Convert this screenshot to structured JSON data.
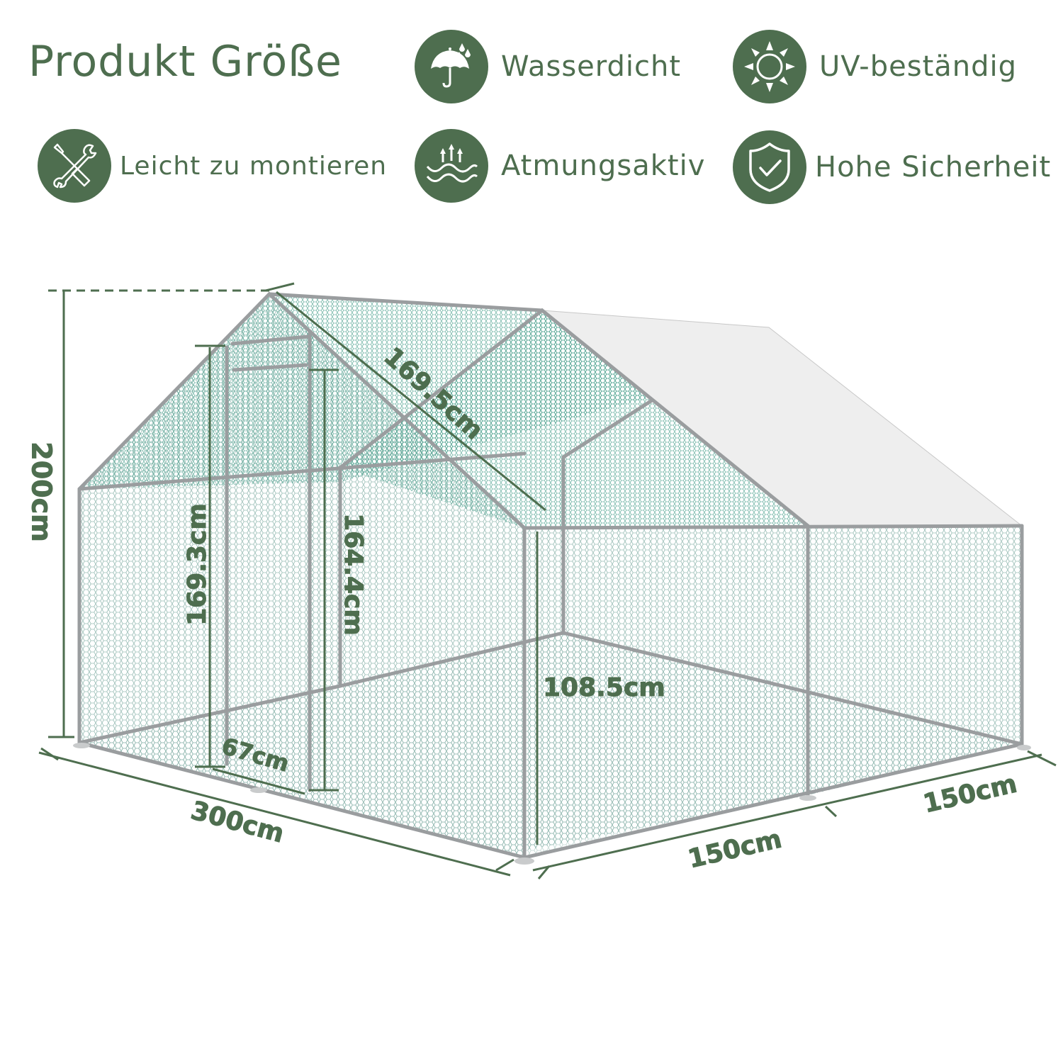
{
  "header": {
    "title": "Produkt Größe"
  },
  "features": [
    {
      "icon": "umbrella-rain-icon",
      "label": "Wasserdicht"
    },
    {
      "icon": "sun-icon",
      "label": "UV-beständig"
    },
    {
      "icon": "tools-wrench-screwdriver-icon",
      "label": "Leicht zu montieren"
    },
    {
      "icon": "breathable-waves-arrows-icon",
      "label": "Atmungsaktiv"
    },
    {
      "icon": "shield-check-icon",
      "label": "Hohe Sicherheit"
    }
  ],
  "dimensions": {
    "total_height": "200cm",
    "door_frame_height": "169.3cm",
    "door_height": "164.4cm",
    "roof_slope": "169.5cm",
    "side_wall_height": "108.5cm",
    "door_width": "67cm",
    "length": "300cm",
    "width_front": "150cm",
    "width_back": "150cm"
  },
  "colors": {
    "accent": "#4e6e4f",
    "frame": "#9a9d9f",
    "mesh": "#6fa39a",
    "cover": "#eeeeee"
  }
}
